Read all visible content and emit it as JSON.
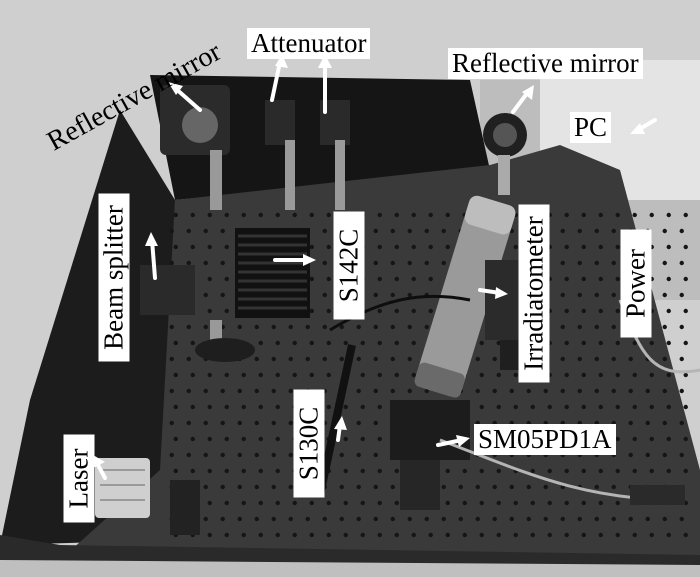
{
  "labels": {
    "reflective_mirror_left": "Reflective mirror",
    "attenuator": "Attenuator",
    "reflective_mirror_right": "Reflective mirror",
    "pc": "PC",
    "beam_splitter": "Beam splitter",
    "s142c": "S142C",
    "irradiatometer": "Irradiatometer",
    "power": "Power",
    "s130c": "S130C",
    "sm05pd1a": "SM05PD1A",
    "laser": "Laser"
  }
}
